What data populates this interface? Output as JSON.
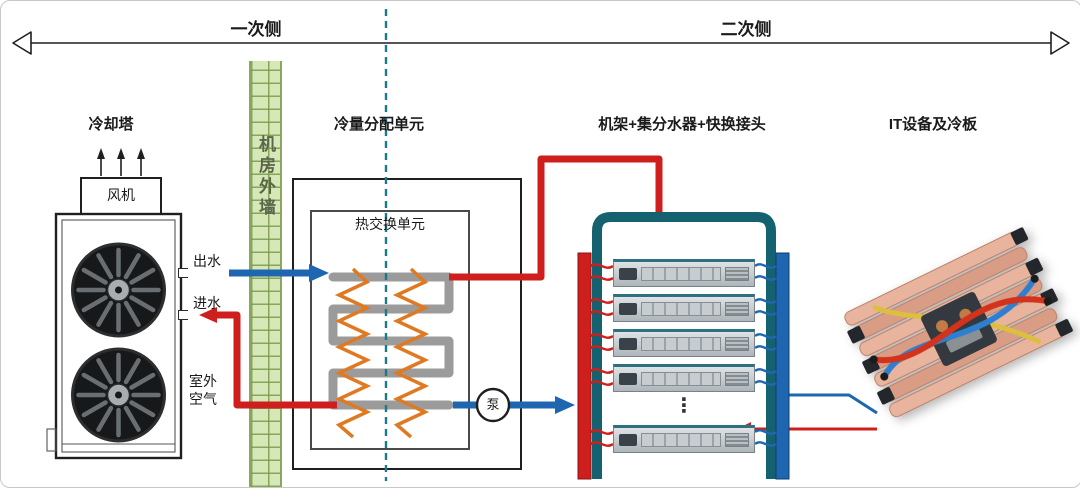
{
  "header": {
    "primary_side": "一次侧",
    "secondary_side": "二次侧"
  },
  "wall": {
    "label": "机房外墙"
  },
  "cooling_tower": {
    "title": "冷却塔",
    "fan_label": "风机",
    "water_out": "出水",
    "water_in": "进水",
    "outdoor_air": "室外\n空气"
  },
  "cdu": {
    "title": "冷量分配单元",
    "heat_exchanger": "热交换单元",
    "pump": "泵"
  },
  "rack": {
    "title": "机架+集分水器+快换接头",
    "ellipsis": "⋮"
  },
  "it_equipment": {
    "title": "IT设备及冷板"
  },
  "colors": {
    "hot": "#ce1f1d",
    "cold": "#1f66b0",
    "header_pipe": "#14616f",
    "divider": "#1a7a8c"
  }
}
